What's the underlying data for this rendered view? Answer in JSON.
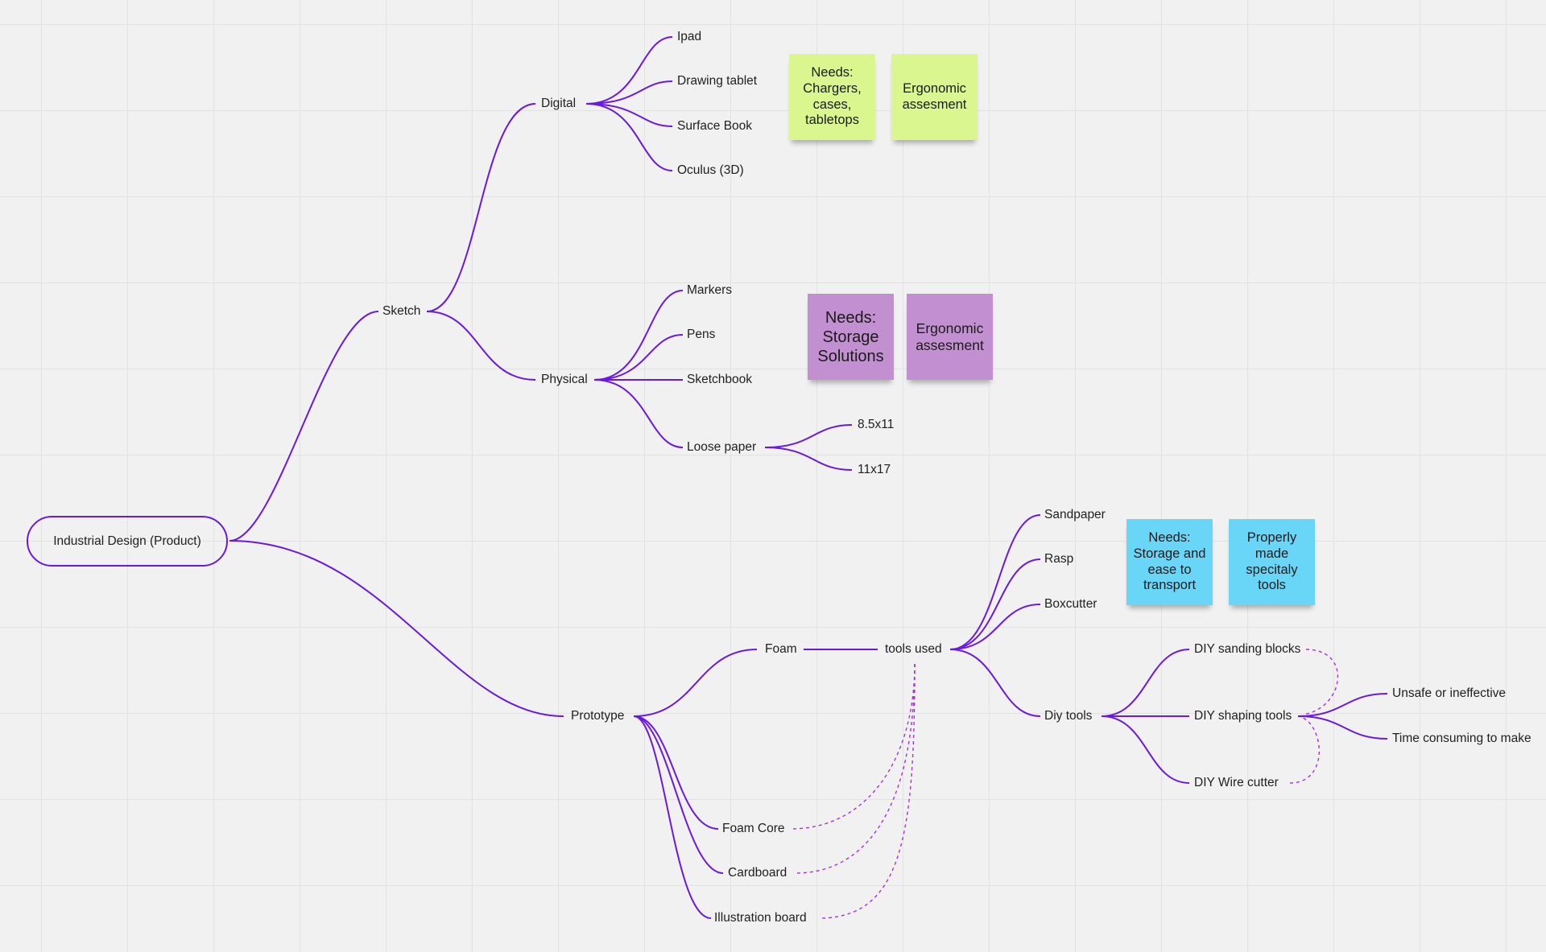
{
  "root": {
    "label": "Industrial Design (Product)"
  },
  "sketch": {
    "label": "Sketch",
    "digital": {
      "label": "Digital",
      "items": [
        "Ipad",
        "Drawing tablet",
        "Surface Book",
        "Oculus (3D)"
      ]
    },
    "physical": {
      "label": "Physical",
      "items": [
        "Markers",
        "Pens",
        "Sketchbook",
        "Loose paper"
      ],
      "loose_paper_items": [
        "8.5x11",
        "11x17"
      ]
    }
  },
  "prototype": {
    "label": "Prototype",
    "foam": "Foam",
    "tools_used": {
      "label": "tools used",
      "items": [
        "Sandpaper",
        "Rasp",
        "Boxcutter",
        "Diy tools"
      ]
    },
    "diy_tools": [
      "DIY sanding blocks",
      "DIY shaping tools",
      "DIY Wire cutter"
    ],
    "diy_shaping_items": [
      "Unsafe or ineffective",
      "Time consuming to make"
    ],
    "materials": [
      "Foam Core",
      "Cardboard",
      "Illustration board"
    ]
  },
  "stickies": [
    {
      "text": "Needs: Chargers, cases, tabletops",
      "color": "#d9f78e"
    },
    {
      "text": "Ergonomic assesment",
      "color": "#d9f78e"
    },
    {
      "text": "Needs: Storage Solutions",
      "color": "#c290d1"
    },
    {
      "text": "Ergonomic assesment",
      "color": "#c290d1"
    },
    {
      "text": "Needs: Storage and ease to transport",
      "color": "#69d6f8"
    },
    {
      "text": "Properly made specitaly tools",
      "color": "#69d6f8"
    }
  ],
  "colors": {
    "link": "#6a1ae0",
    "dashed_link": "#a92ee8",
    "canvas": "#f1f1f1"
  }
}
